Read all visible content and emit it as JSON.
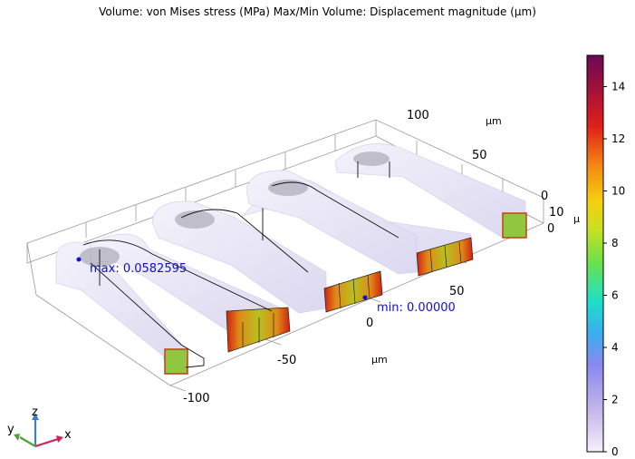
{
  "title": "Volume: von Mises stress (MPa)  Max/Min Volume: Displacement magnitude (µm)",
  "chart_data": {
    "type": "heatmap",
    "title": "Volume: von Mises stress (MPa)  Max/Min Volume: Displacement magnitude (µm)",
    "plot_kind": "3D volume plot",
    "x_axis": {
      "unit": "µm",
      "ticks": [
        "-100",
        "-50",
        "0",
        "50"
      ]
    },
    "y_axis": {
      "unit": "µm",
      "ticks": [
        "0",
        "50",
        "100"
      ]
    },
    "z_axis": {
      "unit": "µ",
      "ticks": [
        "0",
        "10"
      ]
    },
    "colorbar": {
      "min": 0,
      "max": 15.2,
      "ticks": [
        0,
        2,
        4,
        6,
        8,
        10,
        12,
        14
      ],
      "colormap": [
        "#f3f0fa",
        "#c8b8ec",
        "#8888ee",
        "#3aaef0",
        "#1de0c8",
        "#6ee04a",
        "#c8e020",
        "#f6d010",
        "#f58a10",
        "#e02018",
        "#a0103a",
        "#6a0a55"
      ]
    },
    "annotations": {
      "max_label": "max: 0.0582595",
      "min_label": "min: 0.00000"
    },
    "triad": {
      "x": "x",
      "y": "y",
      "z": "z"
    }
  }
}
